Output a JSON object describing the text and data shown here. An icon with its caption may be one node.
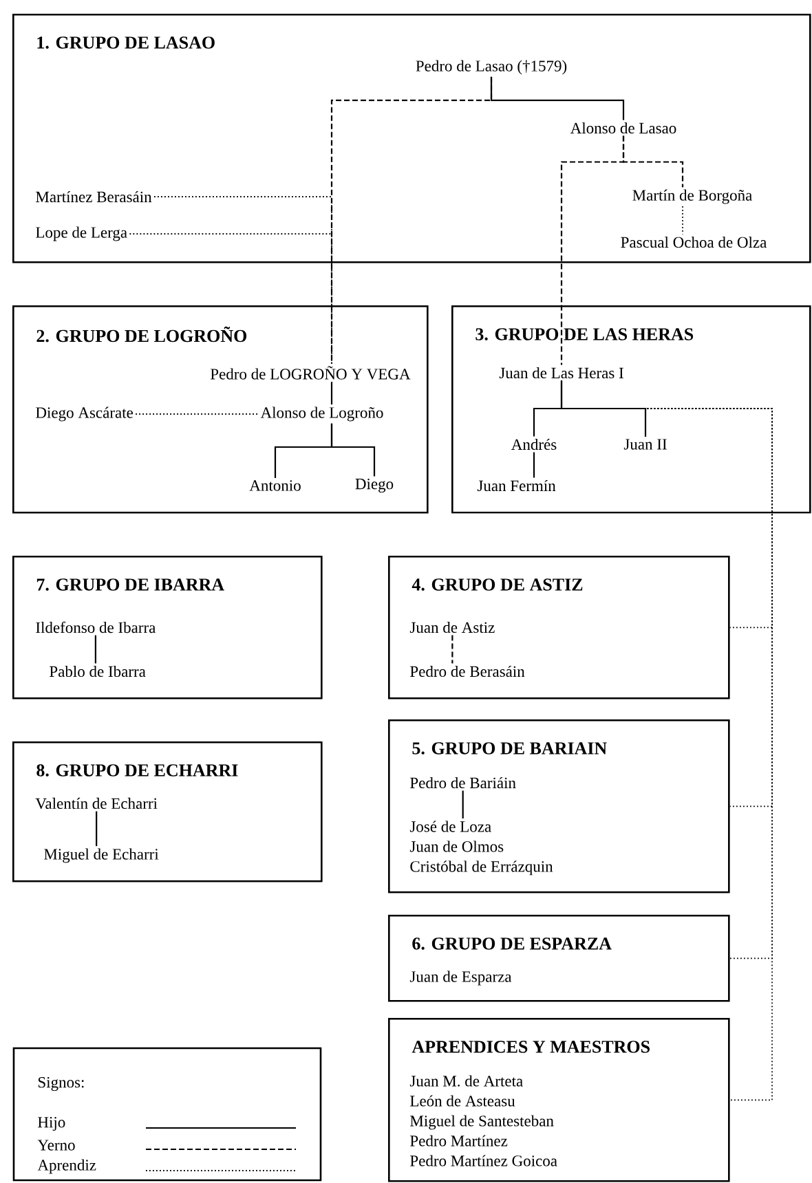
{
  "diagram": {
    "nodes": [
      {
        "text": [
          "1. GRUPO DE LASAO"
        ]
      },
      {
        "text": [
          "Pedro de Lasao (†1579)"
        ],
        "in": 0
      },
      {
        "text": [
          "Alonso de Lasao"
        ],
        "in": 0
      },
      {
        "text": [
          "Martínez Berasáin"
        ],
        "in": 0
      },
      {
        "text": [
          "Lope de Lerga"
        ],
        "in": 0
      },
      {
        "text": [
          "Martín de Borgoña"
        ],
        "in": 0
      },
      {
        "text": [
          "Pascual Ochoa de Olza"
        ],
        "in": 0
      },
      {
        "text": [
          "2. GRUPO DE LOGROÑO"
        ]
      },
      {
        "text": [
          "Pedro de LOGROÑO Y VEGA"
        ],
        "in": 7
      },
      {
        "text": [
          "Diego Ascárate"
        ],
        "in": 7
      },
      {
        "text": [
          "Alonso de Logroño"
        ],
        "in": 7
      },
      {
        "text": [
          "Antonio"
        ],
        "in": 7
      },
      {
        "text": [
          "Diego"
        ],
        "in": 7
      },
      {
        "text": [
          "3. GRUPO DE LAS HERAS"
        ]
      },
      {
        "text": [
          "Juan de Las Heras I"
        ],
        "in": 13
      },
      {
        "text": [
          "Andrés"
        ],
        "in": 13
      },
      {
        "text": [
          "Juan II"
        ],
        "in": 13
      },
      {
        "text": [
          "Juan Fermín"
        ],
        "in": 13
      },
      {
        "text": [
          "7. GRUPO DE IBARRA"
        ]
      },
      {
        "text": [
          "Ildefonso de Ibarra"
        ],
        "in": 18
      },
      {
        "text": [
          "Pablo de Ibarra"
        ],
        "in": 18
      },
      {
        "text": [
          "8. GRUPO DE ECHARRI"
        ]
      },
      {
        "text": [
          "Valentín de Echarri"
        ],
        "in": 21
      },
      {
        "text": [
          "Miguel de Echarri"
        ],
        "in": 21
      },
      {
        "text": [
          "4. GRUPO DE ASTIZ"
        ]
      },
      {
        "text": [
          "Juan de Astiz"
        ],
        "in": 24
      },
      {
        "text": [
          "Pedro de Berasáin"
        ],
        "in": 24
      },
      {
        "text": [
          "5. GRUPO DE BARIAIN"
        ]
      },
      {
        "text": [
          "Pedro de Bariáin"
        ],
        "in": 27
      },
      {
        "text": [
          "José de Loza",
          "Juan de Olmos",
          "Cristóbal de Errázquin"
        ],
        "in": 27
      },
      {
        "text": [
          "6. GRUPO DE ESPARZA"
        ]
      },
      {
        "text": [
          "Juan de Esparza"
        ],
        "in": 30
      },
      {
        "text": [
          "APRENDICES Y MAESTROS"
        ]
      },
      {
        "text": [
          "Juan M. de Arteta",
          "León de Asteasu",
          "Miguel de Santesteban",
          "Pedro Martínez",
          "Pedro Martínez Goicoa"
        ],
        "in": 32
      }
    ],
    "edges": [
      {
        "from": 1,
        "to": 2,
        "arrow": "none"
      },
      {
        "from": 1,
        "to": 8,
        "arrow": "none",
        "style": "dashed"
      },
      {
        "from": 3,
        "to": 8,
        "arrow": "none",
        "style": "dashed"
      },
      {
        "from": 4,
        "to": 8,
        "arrow": "none",
        "style": "dashed"
      },
      {
        "from": 2,
        "to": 5,
        "arrow": "none",
        "style": "dashed"
      },
      {
        "from": 2,
        "to": 14,
        "arrow": "none",
        "style": "dashed"
      },
      {
        "from": 5,
        "to": 6,
        "arrow": "none",
        "style": "dashed"
      },
      {
        "from": 8,
        "to": 10,
        "arrow": "none"
      },
      {
        "from": 9,
        "to": 10,
        "arrow": "none",
        "style": "dashed"
      },
      {
        "from": 10,
        "to": 11,
        "arrow": "none"
      },
      {
        "from": 10,
        "to": 12,
        "arrow": "none"
      },
      {
        "from": 14,
        "to": 15,
        "arrow": "none"
      },
      {
        "from": 14,
        "to": 16,
        "arrow": "none"
      },
      {
        "from": 15,
        "to": 17,
        "arrow": "none"
      },
      {
        "from": 14,
        "to": 24,
        "arrow": "none",
        "style": "dashed"
      },
      {
        "from": 14,
        "to": 27,
        "arrow": "none",
        "style": "dashed"
      },
      {
        "from": 14,
        "to": 30,
        "arrow": "none",
        "style": "dashed"
      },
      {
        "from": 14,
        "to": 32,
        "arrow": "none",
        "style": "dashed"
      },
      {
        "from": 19,
        "to": 20,
        "arrow": "none"
      },
      {
        "from": 22,
        "to": 23,
        "arrow": "none"
      },
      {
        "from": 25,
        "to": 26,
        "arrow": "none",
        "style": "dashed"
      },
      {
        "from": 28,
        "to": 29,
        "arrow": "none"
      }
    ],
    "labels": [
      "Signos:"
    ],
    "legend": [
      {
        "text": "Hijo"
      },
      {
        "text": "Yerno"
      },
      {
        "text": "Aprendiz"
      }
    ]
  }
}
